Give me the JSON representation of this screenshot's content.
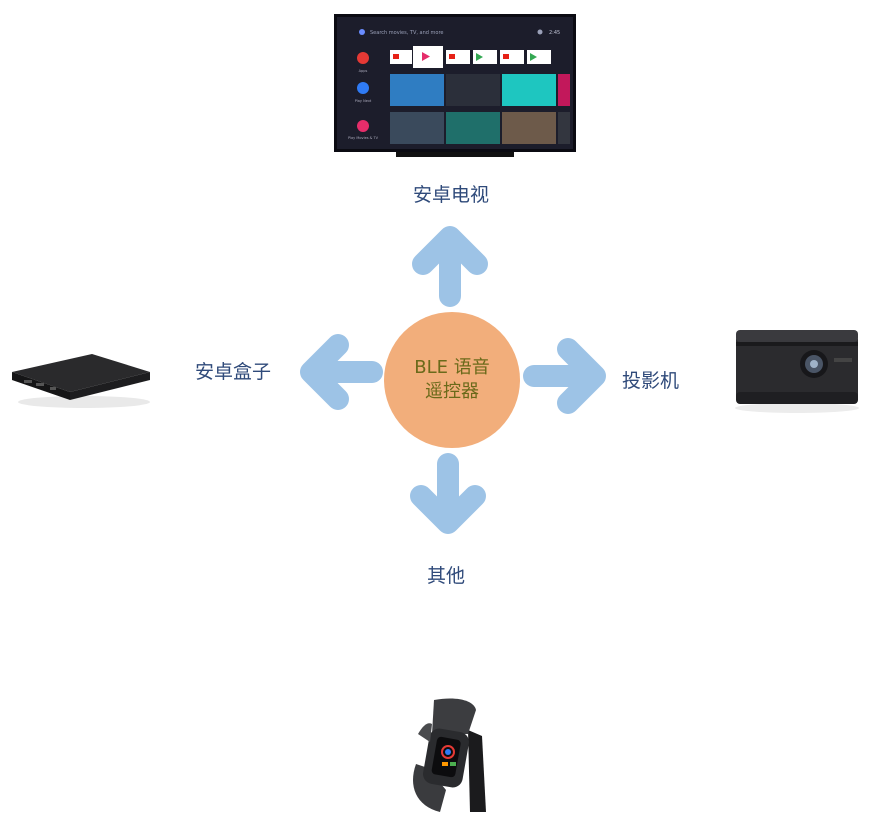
{
  "center": {
    "line1": "BLE 语音",
    "line2": "遥控器"
  },
  "targets": {
    "top": "安卓电视",
    "left": "安卓盒子",
    "right": "投影机",
    "bottom": "其他"
  },
  "tv_screen": {
    "search_hint": "Search movies, TV, and more",
    "time": "2:45",
    "sidebar": [
      "Apps",
      "Play Next",
      "Play Movies & TV"
    ],
    "apps": [
      "YouTube",
      "Google Play Movies & TV",
      "YouTube",
      "Google Play Store",
      "YouTube Music",
      "Google Play Games"
    ]
  },
  "colors": {
    "arrow": "#9dc3e6",
    "circle": "#f2ae7b",
    "label": "#2f4a7a"
  }
}
